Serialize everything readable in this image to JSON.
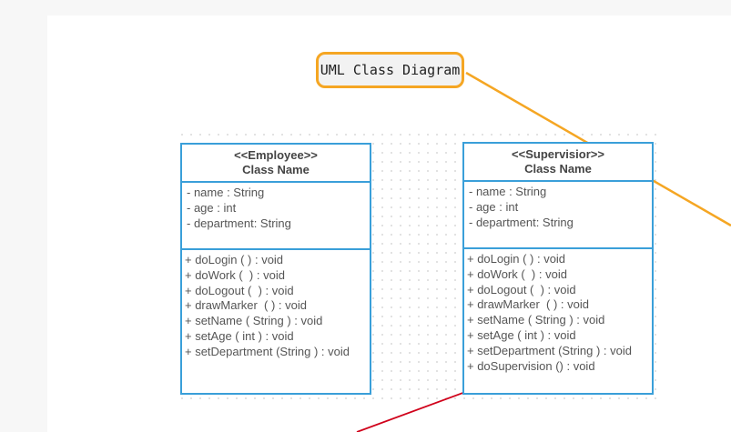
{
  "diagram": {
    "title": "UML Class Diagram",
    "colors": {
      "title_border": "#f5a623",
      "class_border": "#3a9fd9",
      "connector_orange": "#f5a623",
      "connector_red": "#d0021b"
    }
  },
  "employee": {
    "stereotype": "<<Employee>>",
    "name": "Class Name",
    "attributes": [
      "- name : String",
      "- age : int",
      "- department: String"
    ],
    "methods": [
      "+ doLogin ( ) : void",
      "+ doWork (  ) : void",
      "+ doLogout (  ) : void",
      "+ drawMarker  ( ) : void",
      "+ setName ( String ) : void",
      "+ setAge ( int ) : void",
      "+ setDepartment (String ) : void"
    ]
  },
  "supervisor": {
    "stereotype": "<<Supervisior>>",
    "name": "Class Name",
    "attributes": [
      "- name : String",
      "- age : int",
      "- department: String"
    ],
    "methods": [
      "+ doLogin ( ) : void",
      "+ doWork (  ) : void",
      "+ doLogout (  ) : void",
      "+ drawMarker  ( ) : void",
      "+ setName ( String ) : void",
      "+ setAge ( int ) : void",
      "+ setDepartment (String ) : void",
      "+ doSupervision () : void"
    ]
  }
}
